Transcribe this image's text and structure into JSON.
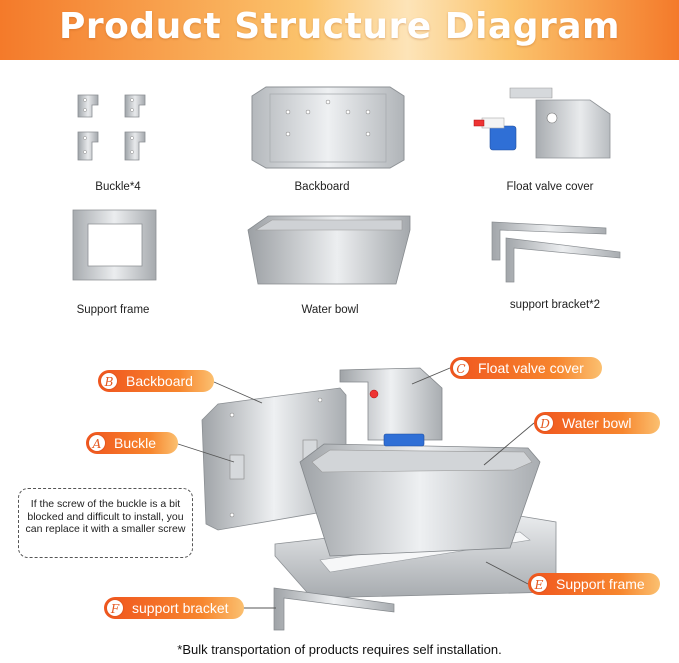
{
  "title": "Product Structure Diagram",
  "parts": [
    {
      "id": "buckle",
      "caption": "Buckle*4"
    },
    {
      "id": "backboard",
      "caption": "Backboard"
    },
    {
      "id": "float-valve-cover",
      "caption": "Float valve cover"
    },
    {
      "id": "support-frame",
      "caption": "Support frame"
    },
    {
      "id": "water-bowl",
      "caption": "Water bowl"
    },
    {
      "id": "support-bracket",
      "caption": "support bracket*2"
    }
  ],
  "callouts": [
    {
      "letter": "B",
      "label": "Backboard"
    },
    {
      "letter": "A",
      "label": "Buckle"
    },
    {
      "letter": "C",
      "label": "Float valve cover"
    },
    {
      "letter": "D",
      "label": "Water bowl"
    },
    {
      "letter": "E",
      "label": "Support frame"
    },
    {
      "letter": "F",
      "label": "support bracket"
    }
  ],
  "note": "If the screw of the buckle is a bit blocked and difficult to install, you can replace it with a smaller screw",
  "footer": "*Bulk transportation of products requires self installation.",
  "colors": {
    "accent": "#f0551e",
    "accent_light": "#fbc070",
    "steel": "#c9ccd0"
  }
}
